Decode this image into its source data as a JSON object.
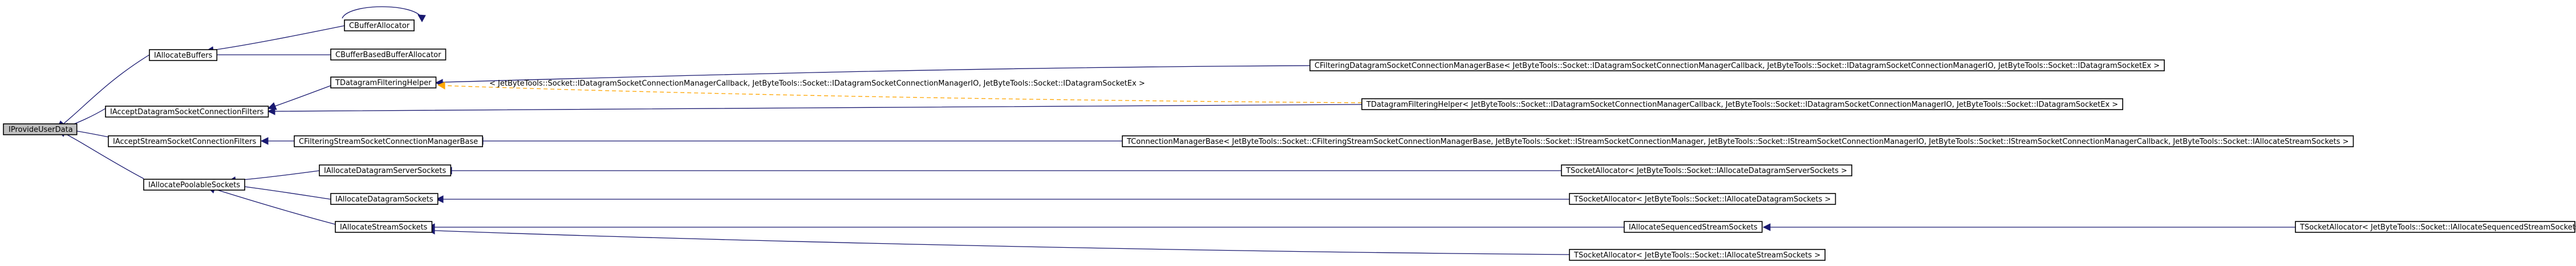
{
  "nodes": {
    "iprovideuserdata": "IProvideUserData",
    "iallocatebuffers": "IAllocateBuffers",
    "cbufferallocator": "CBufferAllocator",
    "cbufferbasedbufferallocator": "CBufferBasedBufferAllocator",
    "iacceptdatagramsocketconnectionfilters": "IAcceptDatagramSocketConnectionFilters",
    "tdatagramfilteringhelper": "TDatagramFilteringHelper",
    "cfilteringdatagramsocketconnectionmanagerbase": "CFilteringDatagramSocketConnectionManagerBase< JetByteTools::Socket::IDatagramSocketConnectionManagerCallback, JetByteTools::Socket::IDatagramSocketConnectionManagerIO, JetByteTools::Socket::IDatagramSocketEx >",
    "tdatagramfilteringhelper_inst": "TDatagramFilteringHelper< JetByteTools::Socket::IDatagramSocketConnectionManagerCallback, JetByteTools::Socket::IDatagramSocketConnectionManagerIO, JetByteTools::Socket::IDatagramSocketEx >",
    "iacceptstreamsocketconnectionfilters": "IAcceptStreamSocketConnectionFilters",
    "cfilteringstreamsocketconnectionmanagerbase": "CFilteringStreamSocketConnectionManagerBase",
    "tconnectionmanagerbase": "TConnectionManagerBase< JetByteTools::Socket::CFilteringStreamSocketConnectionManagerBase, JetByteTools::Socket::IStreamSocketConnectionManager, JetByteTools::Socket::IStreamSocketConnectionManagerIO, JetByteTools::Socket::IStreamSocketConnectionManagerCallback, JetByteTools::Socket::IAllocateStreamSockets >",
    "iallocatepoolablesockets": "IAllocatePoolableSockets",
    "iallocatedatagramserversockets": "IAllocateDatagramServerSockets",
    "tsocketallocator_dgserver": "TSocketAllocator< JetByteTools::Socket::IAllocateDatagramServerSockets >",
    "iallocatedatagramsockets": "IAllocateDatagramSockets",
    "tsocketallocator_dg": "TSocketAllocator< JetByteTools::Socket::IAllocateDatagramSockets >",
    "iallocatestreamsockets": "IAllocateStreamSockets",
    "iallocatesequencedstreamsockets": "IAllocateSequencedStreamSockets",
    "tsocketallocator_seq": "TSocketAllocator< JetByteTools::Socket::IAllocateSequencedStreamSockets >",
    "tsocketallocator_stream": "TSocketAllocator< JetByteTools::Socket::IAllocateStreamSockets >"
  },
  "edge_labels": {
    "template_args": "< JetByteTools::Socket::IDatagramSocketConnectionManagerCallback, JetByteTools::Socket::IDatagramSocketConnectionManagerIO, JetByteTools::Socket::IDatagramSocketEx >"
  }
}
